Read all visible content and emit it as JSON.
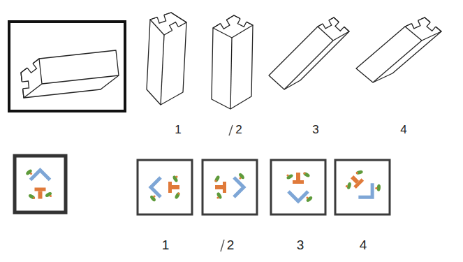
{
  "diagram": {
    "labels": [
      "1",
      "2",
      "3",
      "4",
      "1",
      "2",
      "3",
      "4"
    ]
  }
}
